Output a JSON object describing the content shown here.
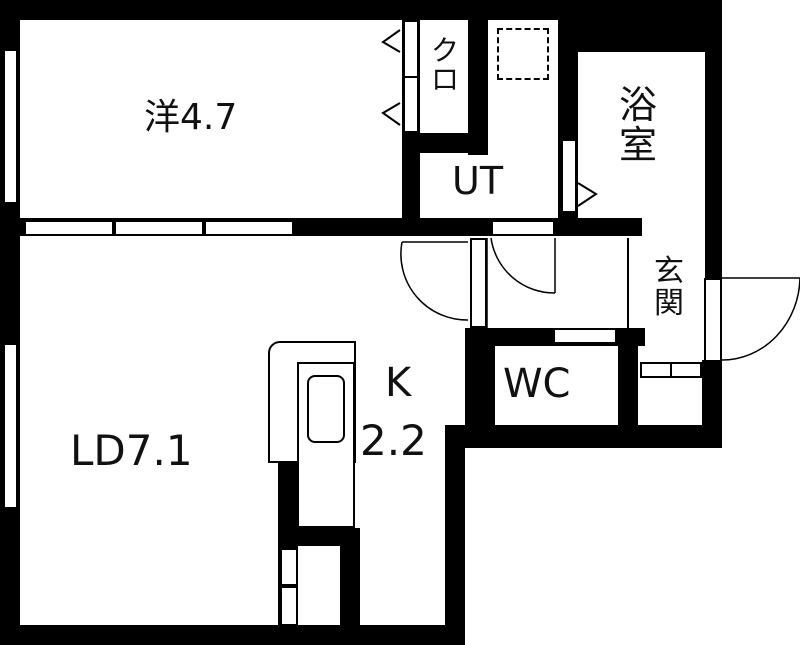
{
  "floor_plan": {
    "rooms": [
      {
        "id": "western-room",
        "label": "洋4.7",
        "type": "Western-style room",
        "area_jo": 4.7
      },
      {
        "id": "closet",
        "label": "クロ",
        "type": "Closet"
      },
      {
        "id": "utility",
        "label": "UT",
        "type": "Utility / washroom"
      },
      {
        "id": "bathroom",
        "label": "浴室",
        "type": "Bathroom"
      },
      {
        "id": "entrance",
        "label": "玄関",
        "type": "Entrance"
      },
      {
        "id": "toilet",
        "label": "WC",
        "type": "Toilet"
      },
      {
        "id": "living-dining",
        "label": "LD7.1",
        "type": "Living-dining",
        "area_jo": 7.1
      },
      {
        "id": "kitchen",
        "label_line1": "K",
        "label_line2": "2.2",
        "type": "Kitchen",
        "area_jo": 2.2
      }
    ],
    "fixtures": {
      "washer_space": "washing-machine-pan-icon",
      "sink": "kitchen-sink-icon"
    },
    "colors": {
      "wall": "#000000",
      "floor": "#ffffff",
      "text": "#111111"
    }
  }
}
